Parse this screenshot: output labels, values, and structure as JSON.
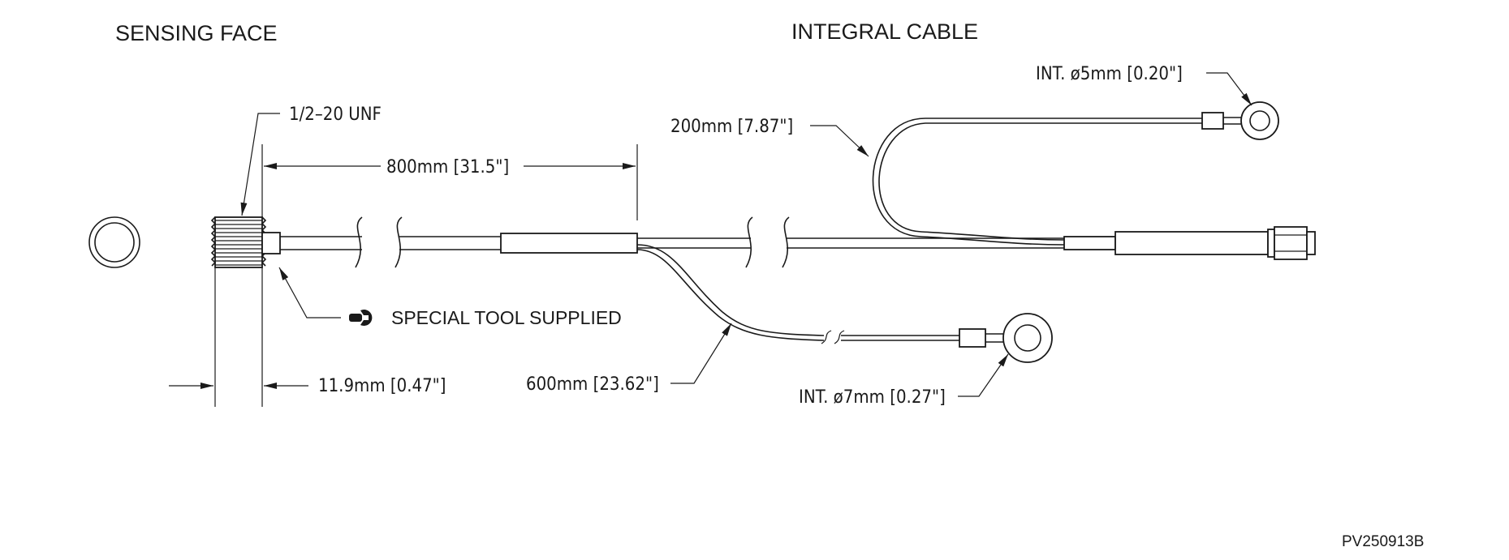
{
  "headings": {
    "sensing_face": "SENSING FACE",
    "integral_cable": "INTEGRAL CABLE"
  },
  "callouts": {
    "thread": "1/2–20 UNF",
    "cable_length": "800mm [31.5\"]",
    "special_tool": "SPECIAL TOOL SUPPLIED",
    "hex_length": "11.9mm [0.47\"]",
    "lead_long": "600mm [23.62\"]",
    "lead_short": "200mm [7.87\"]",
    "ring_large": "INT. ø7mm [0.27\"]",
    "ring_small": "INT. ø5mm [0.20\"]"
  },
  "drawing_number": "PV250913B",
  "icons": {
    "tool": "wrench-icon"
  },
  "colors": {
    "line": "#1a1a1a",
    "background": "#ffffff"
  }
}
